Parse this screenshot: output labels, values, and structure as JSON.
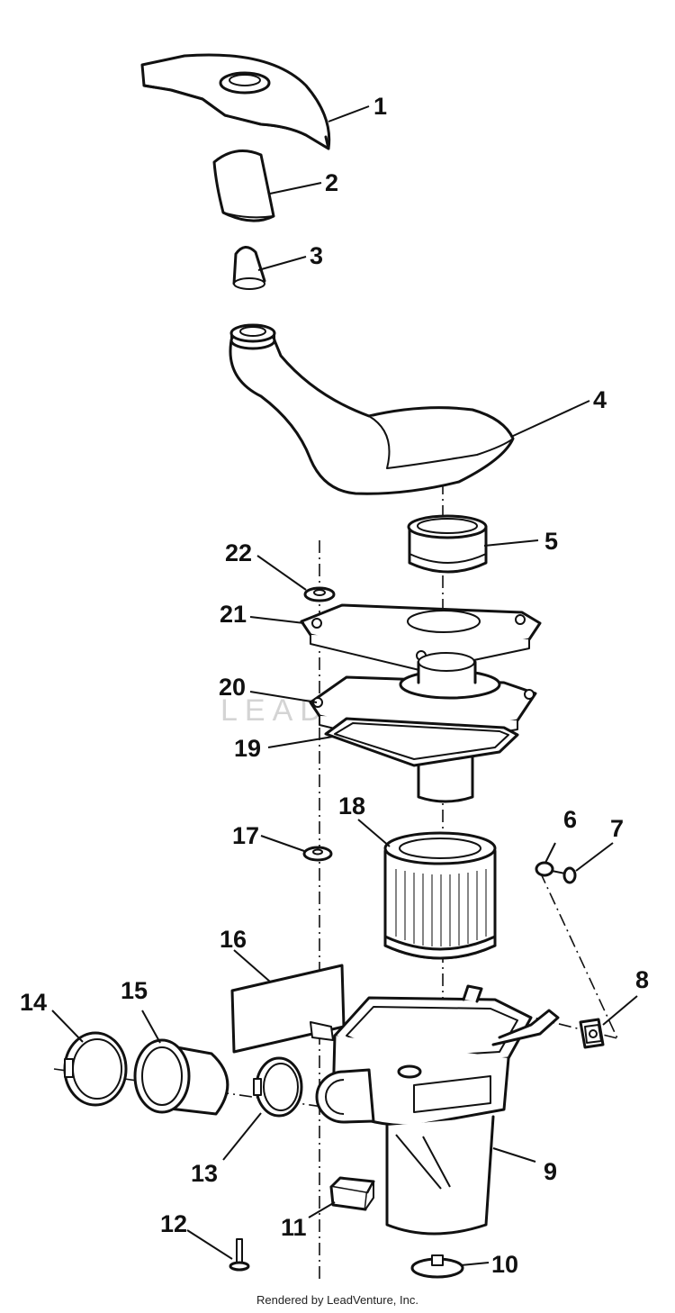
{
  "callouts": [
    "1",
    "2",
    "3",
    "4",
    "5",
    "6",
    "7",
    "8",
    "9",
    "10",
    "11",
    "12",
    "13",
    "14",
    "15",
    "16",
    "17",
    "18",
    "19",
    "20",
    "21",
    "22"
  ],
  "watermark": "LEADVENTURE",
  "footer": "Rendered by LeadVenture, Inc."
}
